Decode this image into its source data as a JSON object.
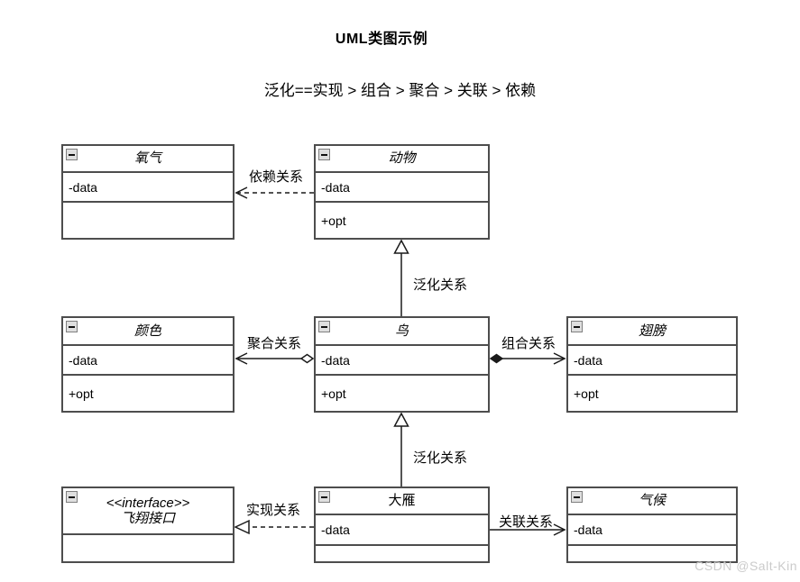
{
  "page": {
    "title": "UML类图示例",
    "subtitle": "泛化==实现 > 组合 > 聚合 > 关联 > 依赖",
    "watermark": "CSDN @Salt-Kin"
  },
  "colors": {
    "box_border": "#4d4d4d",
    "relation_line": "#1a1a1a",
    "collapse_icon_bg": "#dfdfdf",
    "watermark": "#cbcbcb",
    "background": "#ffffff"
  },
  "icons": {
    "collapse": "minus-in-square"
  },
  "classes": {
    "oxygen": {
      "name": "氧气",
      "attr": "-data"
    },
    "animal": {
      "name": "动物",
      "attr": "-data",
      "method": "+opt"
    },
    "color": {
      "name": "颜色",
      "attr": "-data",
      "method": "+opt"
    },
    "bird": {
      "name": "鸟",
      "attr": "-data",
      "method": "+opt"
    },
    "wings": {
      "name": "翅膀",
      "attr": "-data",
      "method": "+opt"
    },
    "interface": {
      "stereotype": "<<interface>>",
      "name": "飞翔接口"
    },
    "goose": {
      "name": "大雁",
      "attr": "-data"
    },
    "climate": {
      "name": "气候",
      "attr": "-data"
    }
  },
  "relations": {
    "dependency": {
      "label": "依赖关系",
      "type": "dependency",
      "from": "动物",
      "to": "氧气"
    },
    "generalization_top": {
      "label": "泛化关系",
      "type": "generalization",
      "from": "鸟",
      "to": "动物"
    },
    "aggregation": {
      "label": "聚合关系",
      "type": "aggregation",
      "from": "鸟",
      "to": "颜色"
    },
    "composition": {
      "label": "组合关系",
      "type": "composition",
      "from": "鸟",
      "to": "翅膀"
    },
    "generalization_bottom": {
      "label": "泛化关系",
      "type": "generalization",
      "from": "大雁",
      "to": "鸟"
    },
    "realization": {
      "label": "实现关系",
      "type": "realization",
      "from": "大雁",
      "to": "飞翔接口"
    },
    "association": {
      "label": "关联关系",
      "type": "association",
      "from": "大雁",
      "to": "气候"
    }
  }
}
